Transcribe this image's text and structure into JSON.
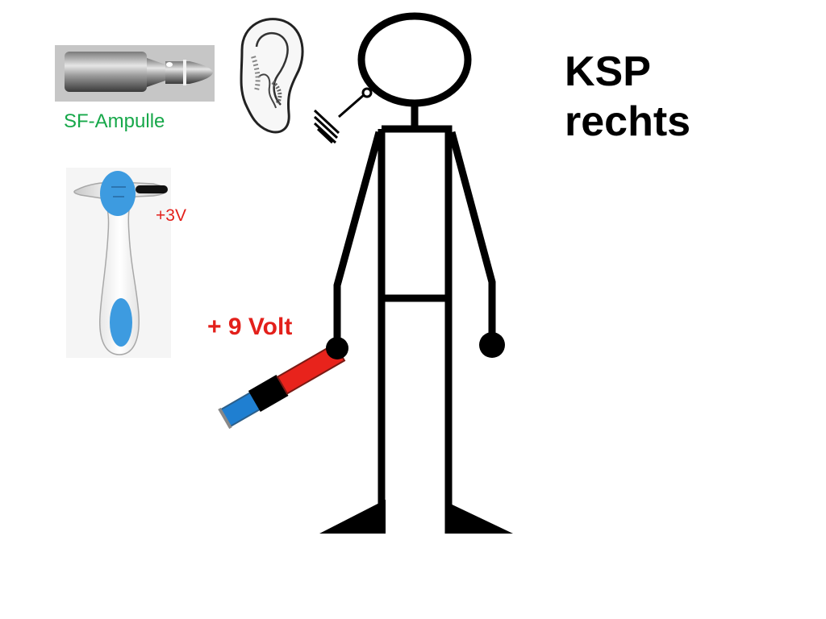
{
  "title": {
    "line1": "KSP",
    "line2": "rechts"
  },
  "labels": {
    "ampulle": "SF-Ampulle",
    "device_voltage": "+3V",
    "battery_voltage": "+ 9 Volt"
  },
  "icons": {
    "ampoule": "ampoule-photo-icon",
    "ear": "ear-icon",
    "tester": "tester-device-icon",
    "battery": "battery-icon",
    "figure": "stick-figure-icon"
  },
  "colors": {
    "ampulle_label": "#17a84a",
    "voltage_label": "#e3201b",
    "battery_red": "#e8231c",
    "battery_black": "#000000",
    "battery_blue": "#1f7fd1",
    "device_blue": "#3d9be0"
  }
}
